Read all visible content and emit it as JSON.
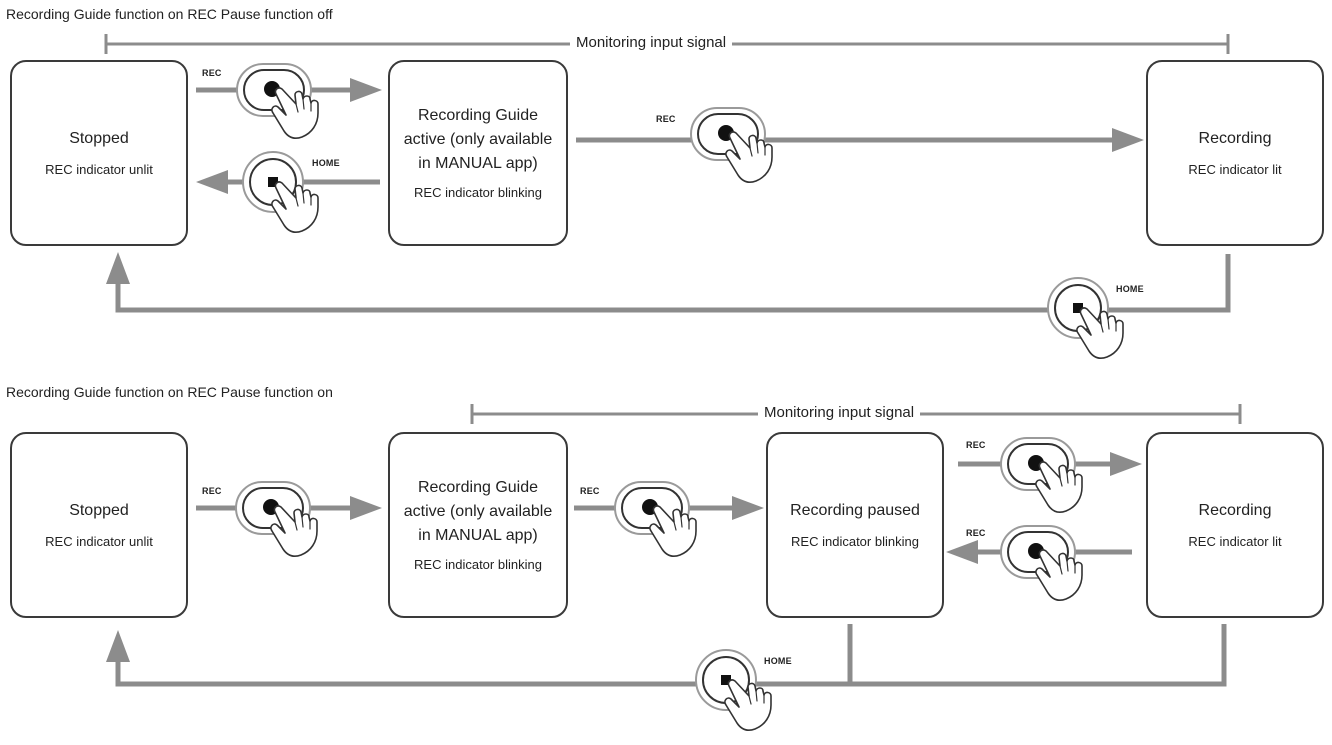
{
  "sections": [
    {
      "title": "Recording Guide function on  REC Pause function off",
      "monitoring_label": "Monitoring input signal",
      "states": [
        {
          "title": "Stopped",
          "sub": "REC indicator unlit"
        },
        {
          "title": "Recording Guide active (only available in MANUAL app)",
          "sub": "REC indicator blinking"
        },
        {
          "title": "Recording",
          "sub": "REC indicator lit"
        }
      ],
      "button_labels": [
        "REC",
        "HOME",
        "REC",
        "HOME"
      ]
    },
    {
      "title": "Recording Guide function on  REC Pause function on",
      "monitoring_label": "Monitoring input signal",
      "states": [
        {
          "title": "Stopped",
          "sub": "REC indicator unlit"
        },
        {
          "title": "Recording Guide active (only available in MANUAL app)",
          "sub": "REC indicator blinking"
        },
        {
          "title": "Recording paused",
          "sub": "REC indicator blinking"
        },
        {
          "title": "Recording",
          "sub": "REC indicator lit"
        }
      ],
      "button_labels": [
        "REC",
        "REC",
        "REC",
        "REC",
        "HOME"
      ]
    }
  ],
  "colors": {
    "arrow": "#8c8c8c",
    "line": "#8c8c8c",
    "box_border": "#3a3a3a",
    "text": "#222222"
  },
  "icons": [
    "rec-button-icon",
    "home-stop-button-icon",
    "pointing-hand-icon"
  ]
}
